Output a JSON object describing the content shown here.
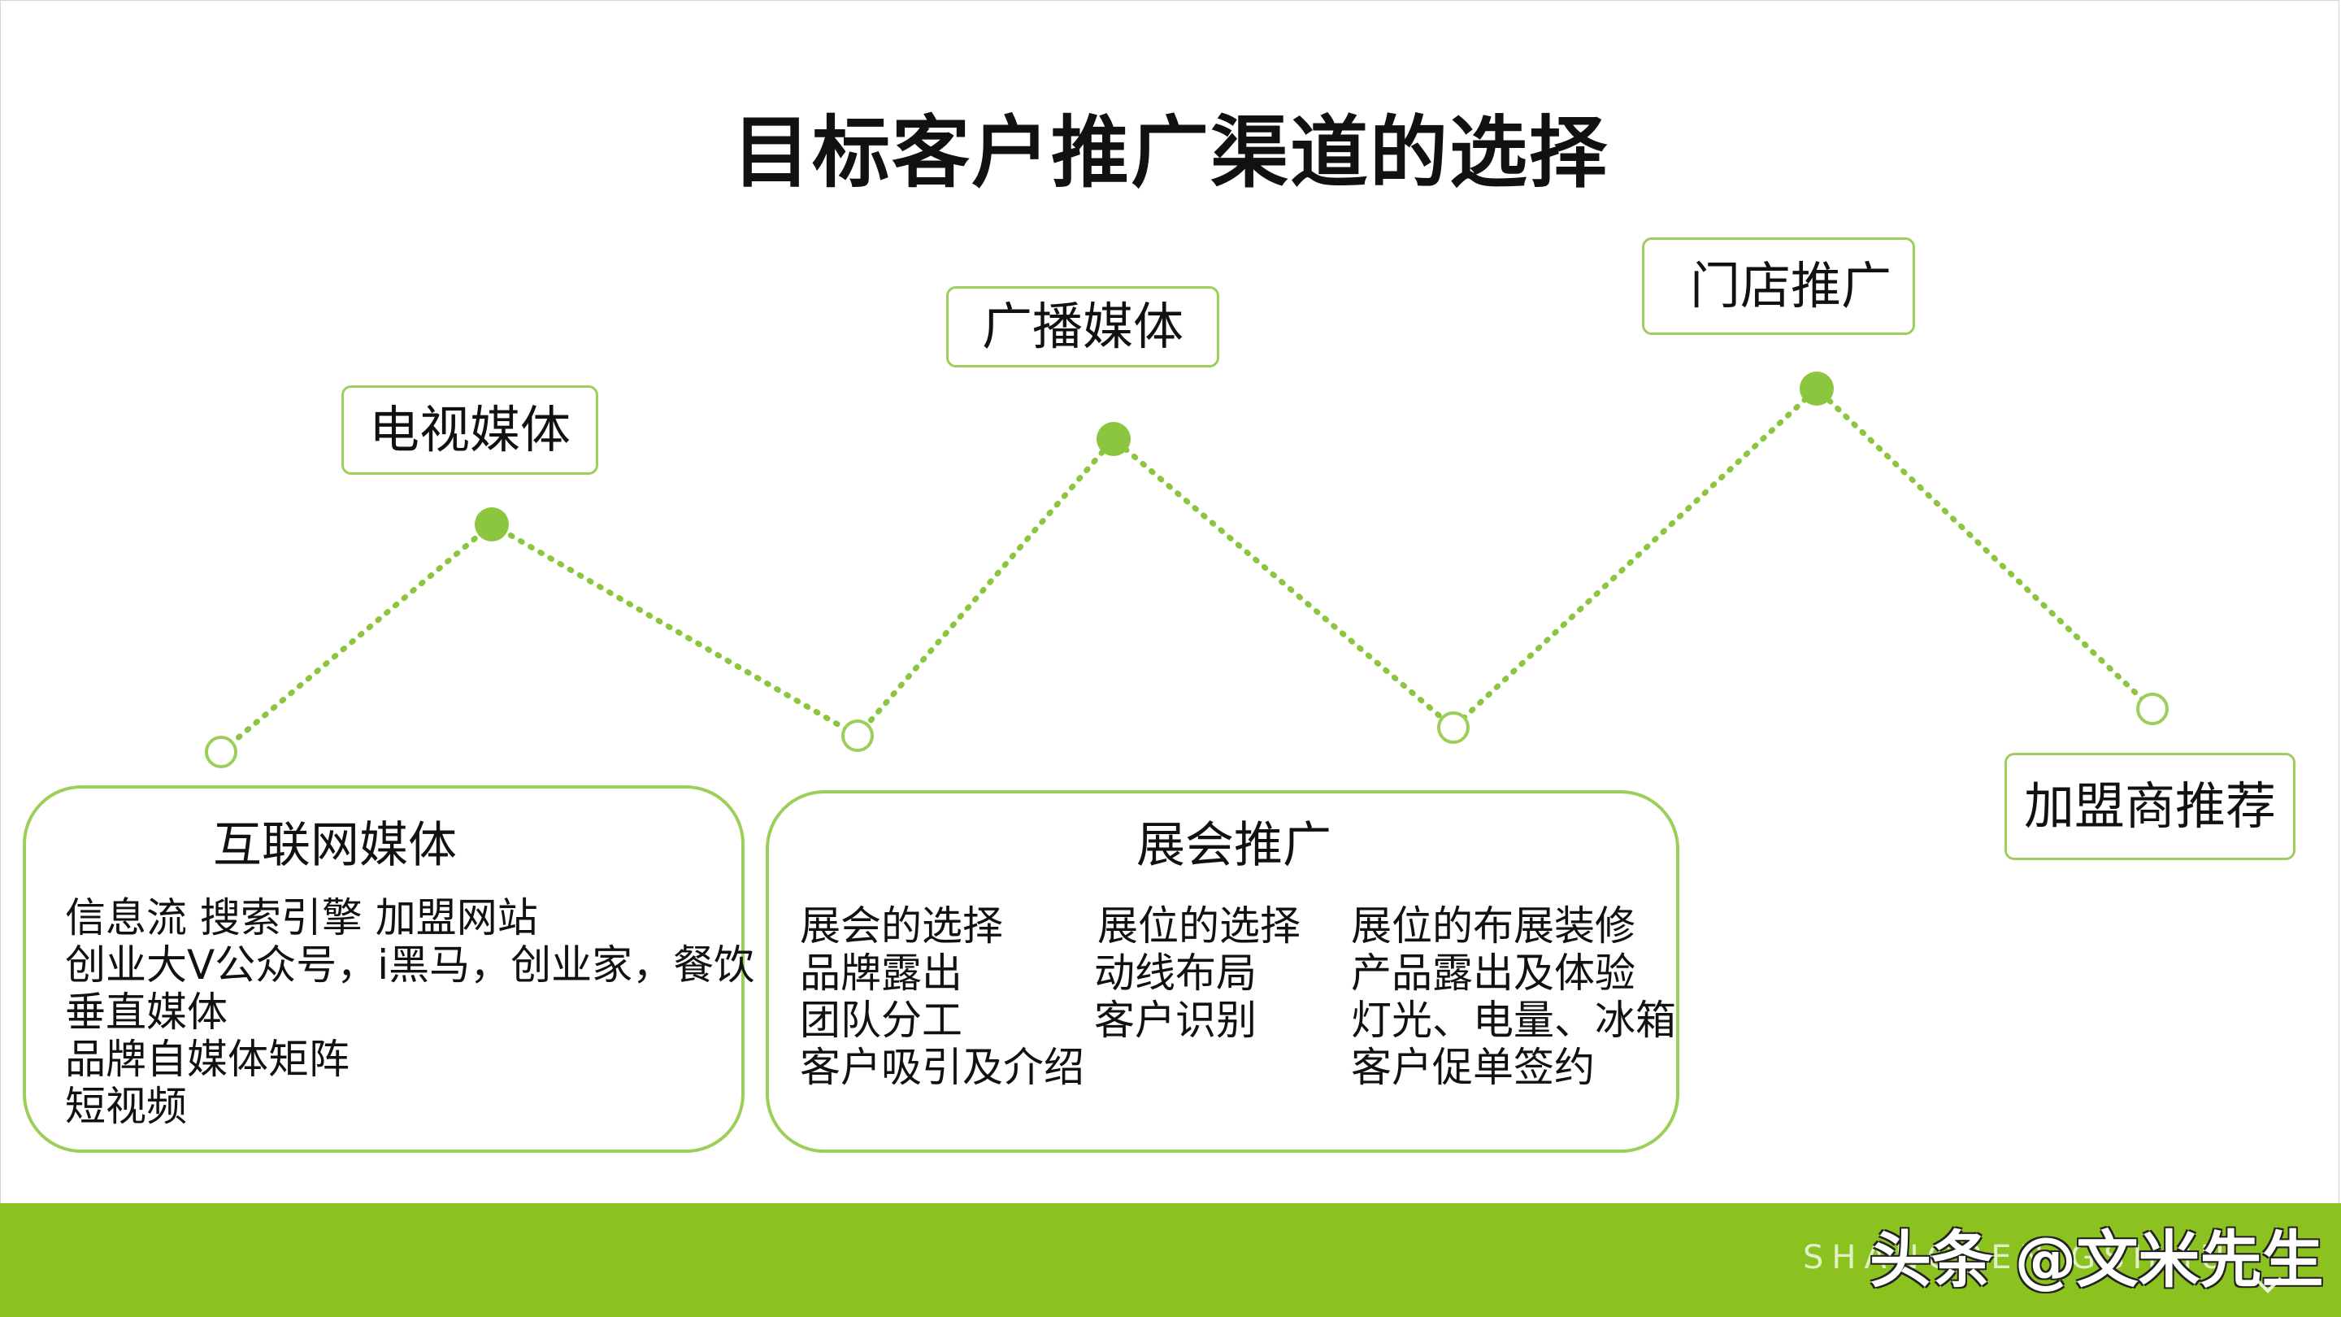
{
  "title": "目标客户推广渠道的选择",
  "colors": {
    "accent": "#8cc21f",
    "border": "#9ccf5a",
    "dot_fill": "#8cc63f",
    "dotted_line": "#8cc63f",
    "text": "#111111"
  },
  "peaks": {
    "tv_media": "电视媒体",
    "broadcast_media": "广播媒体",
    "store_promotion": "门店推广",
    "franchise_recommend": "加盟商推荐"
  },
  "internet_box": {
    "title": "互联网媒体",
    "lines": [
      "信息流   搜索引擎  加盟网站",
      "创业大V公众号，i黑马，创业家，餐饮",
      "垂直媒体",
      "品牌自媒体矩阵",
      "短视频"
    ]
  },
  "exhibition_box": {
    "title": "展会推广",
    "col1": [
      "展会的选择",
      "品牌露出",
      "团队分工",
      "客户吸引及介绍"
    ],
    "col2": [
      "展位的选择",
      "动线布局",
      "客户识别"
    ],
    "col3": [
      "展位的布展装修",
      "产品露出及体验",
      "灯光、电量、冰箱",
      "客户促单签约"
    ]
  },
  "footer": {
    "ghost_text": "SHANGBEN GSHIJU",
    "watermark": "头条 @文米先生",
    "chevron_icon": "chevron-down-icon"
  }
}
